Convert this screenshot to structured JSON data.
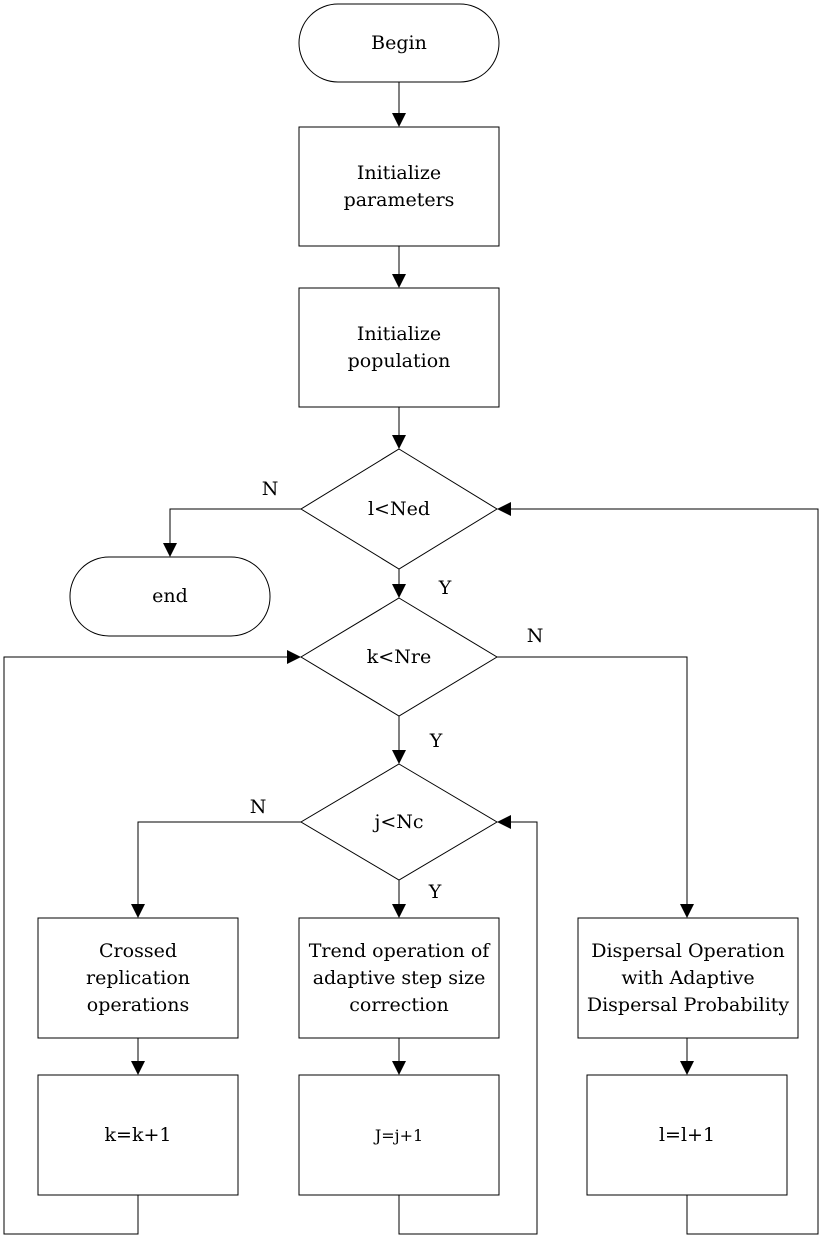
{
  "nodes": {
    "begin": "Begin",
    "init_params": "Initialize parameters",
    "init_pop": "Initialize population",
    "cond_l": "l<Ned",
    "end": "end",
    "cond_k": "k<Nre",
    "cond_j": "j<Nc",
    "crossed": "Crossed replication operations",
    "trend": "Trend operation of adaptive step size correction",
    "dispersal": "Dispersal Operation with Adaptive Dispersal Probability",
    "k_inc": "k=k+1",
    "j_inc": "J=j+1",
    "l_inc": "l=l+1"
  },
  "edge_labels": {
    "l_no": "N",
    "l_yes": "Y",
    "k_no": "N",
    "k_yes": "Y",
    "j_no": "N",
    "j_yes": "Y"
  }
}
